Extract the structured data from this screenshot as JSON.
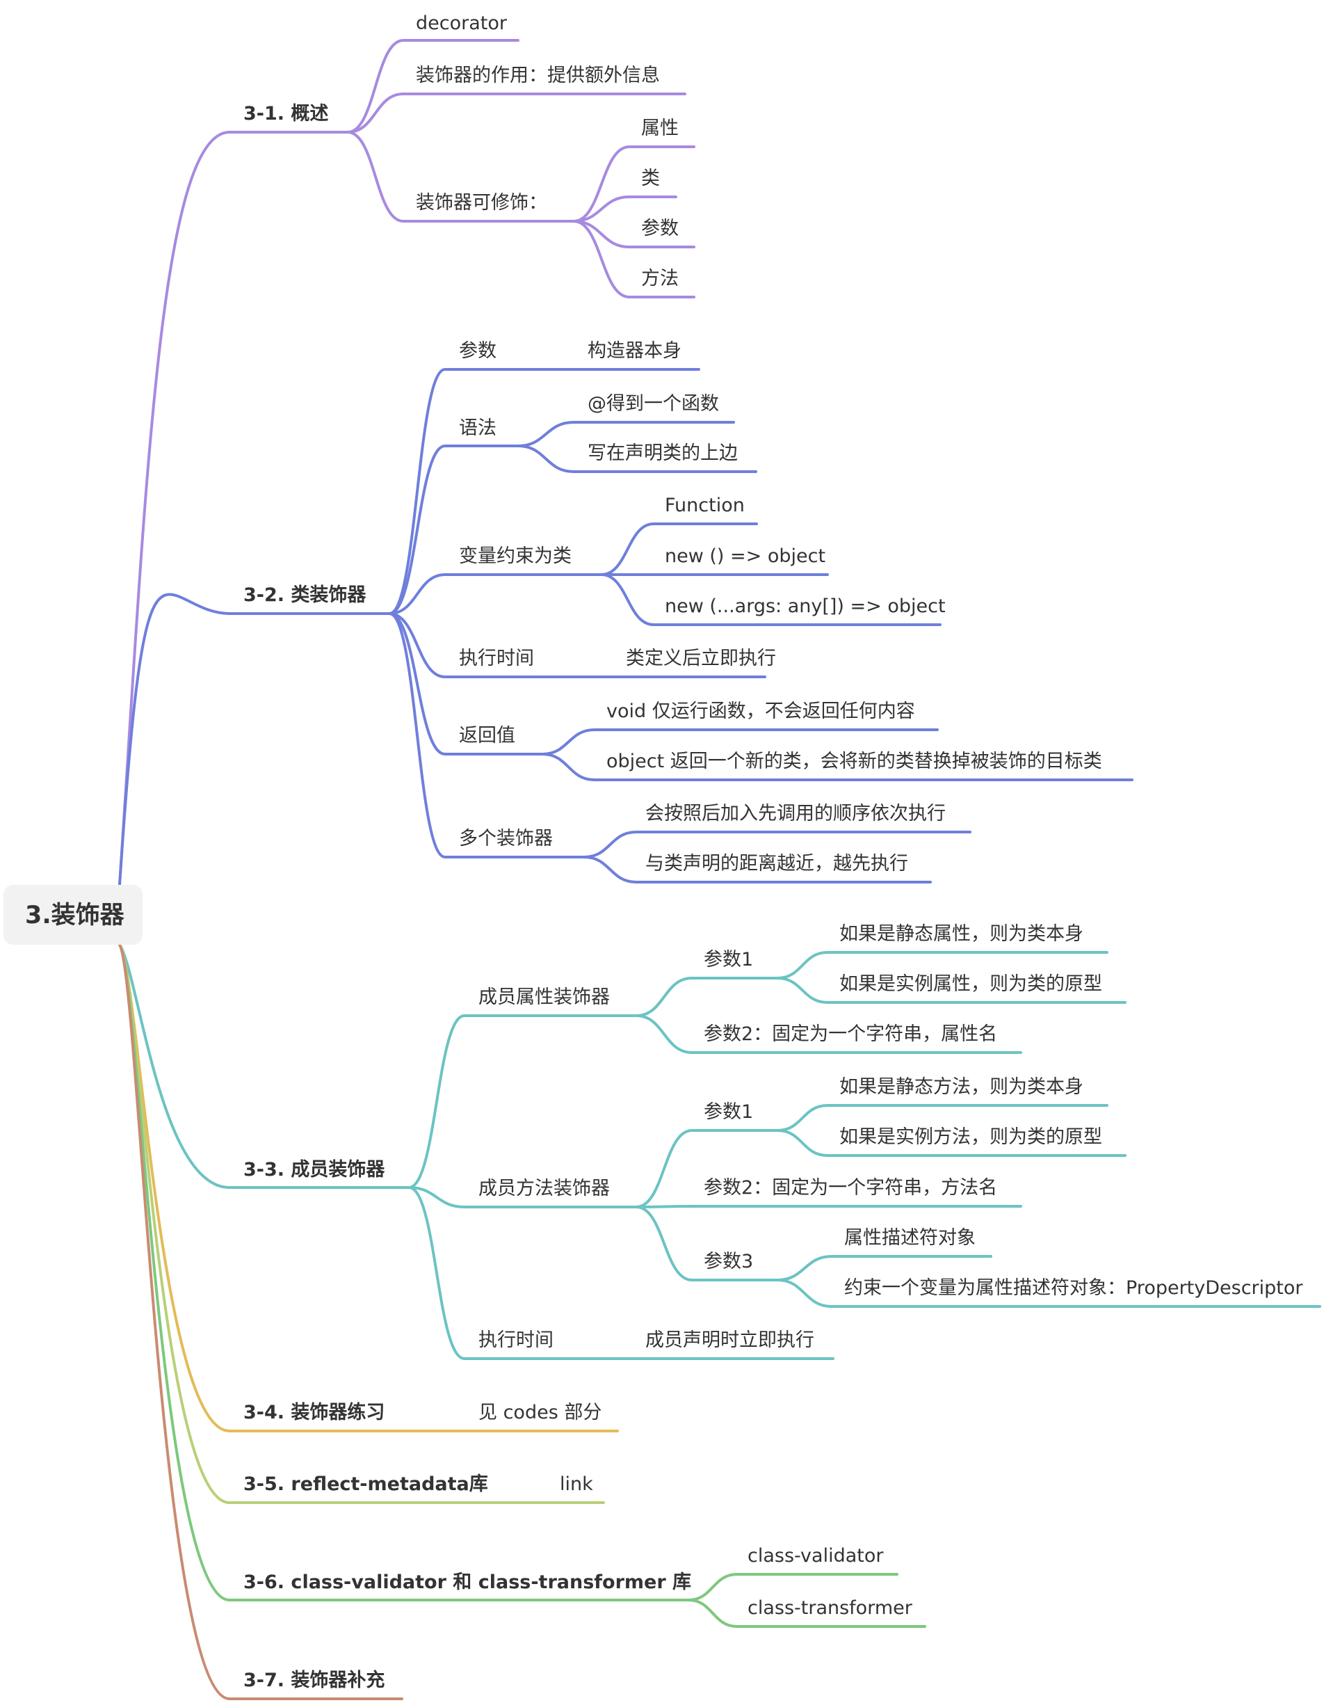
{
  "title": "3.装饰器",
  "branches": [
    {
      "label": "3-1. 概述",
      "color": "#a78ae0",
      "children": [
        {
          "label": "decorator"
        },
        {
          "label": "装饰器的作用：提供额外信息"
        },
        {
          "label": "装饰器可修饰：",
          "children": [
            {
              "label": "属性"
            },
            {
              "label": "类"
            },
            {
              "label": "参数"
            },
            {
              "label": "方法"
            }
          ]
        }
      ]
    },
    {
      "label": "3-2. 类装饰器",
      "color": "#6f7fdb",
      "children": [
        {
          "label": "参数",
          "children": [
            {
              "label": "构造器本身"
            }
          ]
        },
        {
          "label": "语法",
          "children": [
            {
              "label": "@得到一个函数"
            },
            {
              "label": "写在声明类的上边"
            }
          ]
        },
        {
          "label": "变量约束为类",
          "children": [
            {
              "label": "Function"
            },
            {
              "label": "new () => object"
            },
            {
              "label": "new (...args: any[]) => object"
            }
          ]
        },
        {
          "label": "执行时间",
          "children": [
            {
              "label": "类定义后立即执行"
            }
          ]
        },
        {
          "label": "返回值",
          "children": [
            {
              "label": "void 仅运行函数，不会返回任何内容"
            },
            {
              "label": "object 返回一个新的类，会将新的类替换掉被装饰的目标类"
            }
          ]
        },
        {
          "label": "多个装饰器",
          "children": [
            {
              "label": "会按照后加入先调用的顺序依次执行"
            },
            {
              "label": "与类声明的距离越近，越先执行"
            }
          ]
        }
      ]
    },
    {
      "label": "3-3. 成员装饰器",
      "color": "#6cc3c3",
      "children": [
        {
          "label": "成员属性装饰器",
          "children": [
            {
              "label": "参数1",
              "children": [
                {
                  "label": "如果是静态属性，则为类本身"
                },
                {
                  "label": "如果是实例属性，则为类的原型"
                }
              ]
            },
            {
              "label": "参数2：固定为一个字符串，属性名"
            }
          ]
        },
        {
          "label": "成员方法装饰器",
          "children": [
            {
              "label": "参数1",
              "children": [
                {
                  "label": "如果是静态方法，则为类本身"
                },
                {
                  "label": "如果是实例方法，则为类的原型"
                }
              ]
            },
            {
              "label": "参数2：固定为一个字符串，方法名"
            },
            {
              "label": "参数3",
              "children": [
                {
                  "label": "属性描述符对象"
                },
                {
                  "label": "约束一个变量为属性描述符对象：PropertyDescriptor"
                }
              ]
            }
          ]
        },
        {
          "label": "执行时间",
          "children": [
            {
              "label": "成员声明时立即执行"
            }
          ]
        }
      ]
    },
    {
      "label": "3-4. 装饰器练习",
      "color": "#e3bb57",
      "children": [
        {
          "label": "见 codes 部分"
        }
      ]
    },
    {
      "label": "3-5. reflect-metadata库",
      "color": "#b9cf77",
      "children": [
        {
          "label": "link"
        }
      ]
    },
    {
      "label": "3-6. class-validator 和 class-transformer 库",
      "color": "#7dc87d",
      "children": [
        {
          "label": "class-validator"
        },
        {
          "label": "class-transformer"
        }
      ]
    },
    {
      "label": "3-7. 装饰器补充",
      "color": "#c98b72",
      "children": []
    }
  ]
}
